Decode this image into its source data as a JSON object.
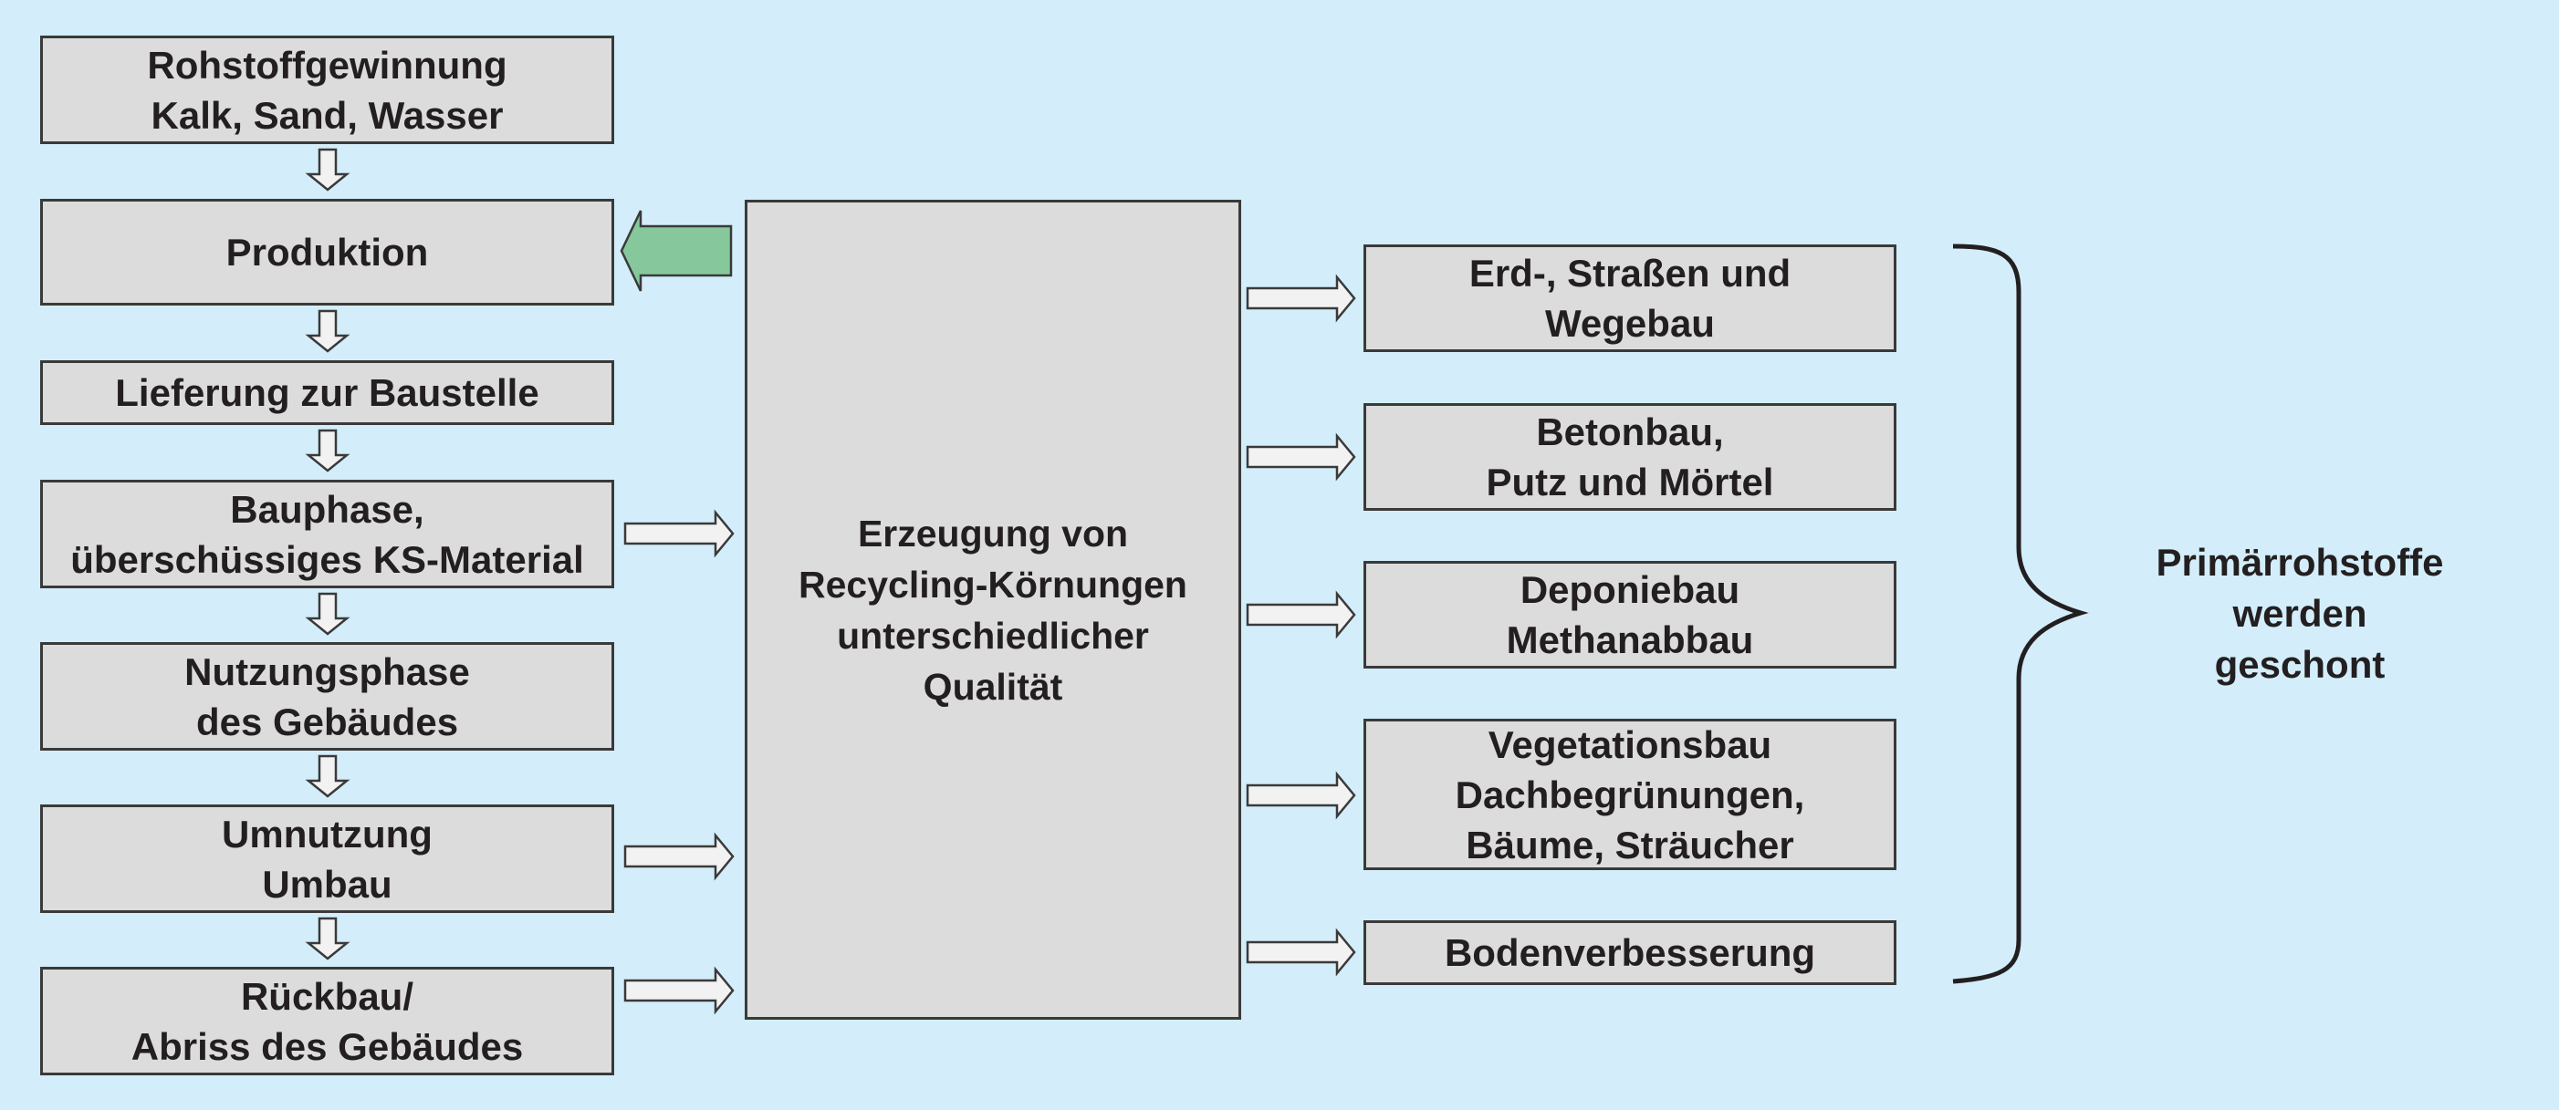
{
  "colors": {
    "background": "#d3eefa",
    "box_fill": "#dcdcdc",
    "box_border": "#3a3a3a",
    "feedback_arrow": "#86c89b",
    "arrow_fill": "#f2f2f2"
  },
  "lifecycle": [
    {
      "id": "rohstoff",
      "lines": [
        "Rohstoffgewinnung",
        "Kalk, Sand, Wasser"
      ]
    },
    {
      "id": "produktion",
      "lines": [
        "Produktion"
      ]
    },
    {
      "id": "lieferung",
      "lines": [
        "Lieferung zur Baustelle"
      ]
    },
    {
      "id": "bauphase",
      "lines": [
        "Bauphase,",
        "überschüssiges KS-Material"
      ]
    },
    {
      "id": "nutzung",
      "lines": [
        "Nutzungsphase",
        "des Gebäudes"
      ]
    },
    {
      "id": "umnutzung",
      "lines": [
        "Umnutzung",
        "Umbau"
      ]
    },
    {
      "id": "rueckbau",
      "lines": [
        "Rückbau/",
        "Abriss des Gebäudes"
      ]
    }
  ],
  "center": {
    "lines": [
      "Erzeugung von",
      "Recycling-Körnungen",
      "unterschiedlicher",
      "Qualität"
    ]
  },
  "uses": [
    {
      "id": "erdbau",
      "lines": [
        "Erd-, Straßen und",
        "Wegebau"
      ]
    },
    {
      "id": "betonbau",
      "lines": [
        "Betonbau,",
        "Putz und Mörtel"
      ]
    },
    {
      "id": "deponiebau",
      "lines": [
        "Deponiebau",
        "Methanabbau"
      ]
    },
    {
      "id": "vegetationsbau",
      "lines": [
        "Vegetationsbau",
        "Dachbegrünungen,",
        "Bäume, Sträucher"
      ]
    },
    {
      "id": "boden",
      "lines": [
        "Bodenverbesserung"
      ]
    }
  ],
  "conclusion": {
    "lines": [
      "Primärrohstoffe",
      "werden",
      "geschont"
    ]
  }
}
